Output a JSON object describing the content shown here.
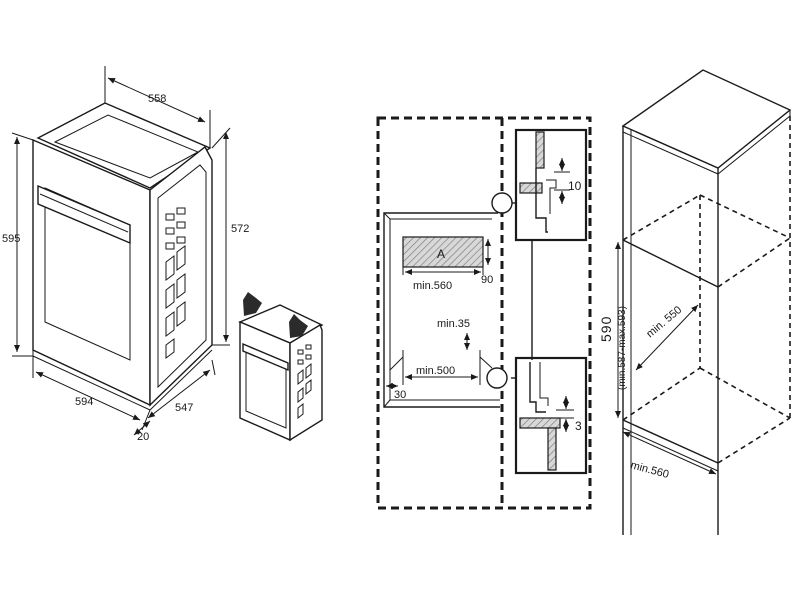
{
  "oven_dimensions": {
    "width_top": "558",
    "height_left": "595",
    "height_right": "572",
    "width_bottom": "594",
    "depth": "547",
    "door_offset": "20"
  },
  "section_detail": {
    "cavity_label": "A",
    "top_width": "min.560",
    "top_height": "90",
    "vent_gap": "min.35",
    "bottom_width": "min.500",
    "bottom_offset": "30",
    "upper_clearance": "10",
    "lower_clearance": "3"
  },
  "cabinet": {
    "height": "590",
    "height_range": "(min.587-max.593)",
    "depth": "min. 550",
    "width": "min.560"
  }
}
